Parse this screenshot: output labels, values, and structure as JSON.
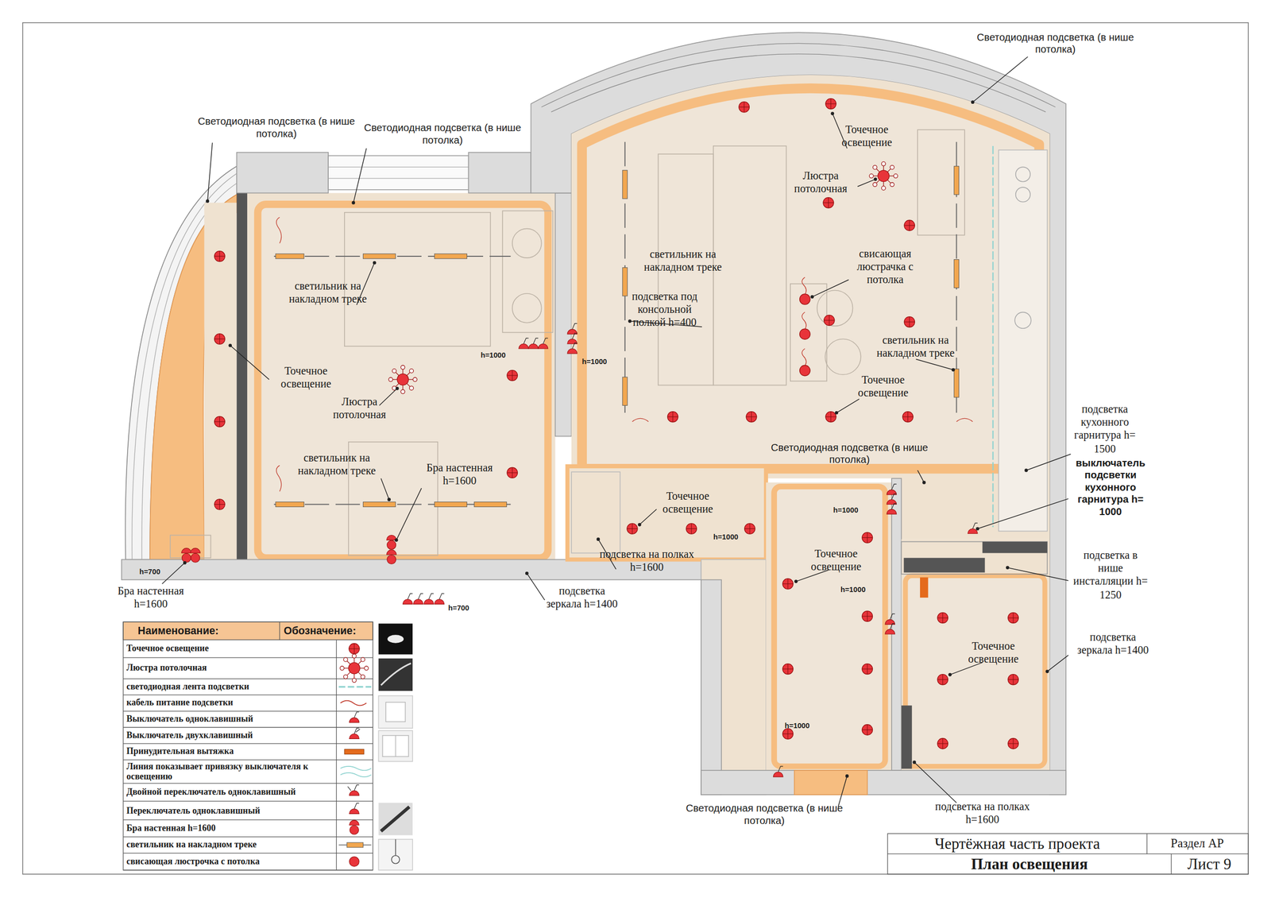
{
  "diagram": {
    "labels": [
      "Светодиодная подсветка (в нише потолка)",
      "Светодиодная подсветка (в нише потолка)",
      "Светодиодная подсветка (в нише потолка)",
      "Точечное освещение",
      "Люстра потолочная",
      "светильник на накладном треке",
      "свисающая люстрачка с потолка",
      "светильник на накладном треке",
      "подсветка под консольной полкой h=400",
      "светильник на накладном треке",
      "h=1000",
      "h=1000",
      "Точечное освещение",
      "Точечное освещение",
      "Люстра потолочная",
      "Светодиодная подсветка (в нише потолка)",
      "подсветка кухонного гарнитура h= 1500",
      "выключатель подсветки кухонного гарнитура h= 1000",
      "светильник на накладном треке",
      "Бра настенная h=1600",
      "Точечное освещение",
      "h=1000",
      "h=1000",
      "Точечное освещение",
      "подсветка в нише инсталляции h= 1250",
      "подсветка на полках h=1600",
      "h=700",
      "h=1000",
      "Бра настенная h=1600",
      "подсветка зеркала h=1400",
      "h=700",
      "подсветка зеркала h=1400",
      "Точечное освещение",
      "h=1000",
      "Светодиодная подсветка (в нише потолка)",
      "подсветка на полках h=1600",
      "Наименование:",
      "Обозначение:",
      "Чертёжная часть проекта",
      "Раздел АР",
      "План освещения",
      "Лист 9"
    ],
    "legend": [
      {
        "text": "Точечное освещение"
      },
      {
        "text": "Люстра потолочная"
      },
      {
        "text": "светодиодная лента подсветки"
      },
      {
        "text": "кабель питание подсветки"
      },
      {
        "text": "Выключатель одноклавишный"
      },
      {
        "text": "Выключатель двухклавишный"
      },
      {
        "text": "Принудительная вытяжка"
      },
      {
        "text": "Линия показывает привязку выключателя к освещению"
      },
      {
        "text": "Двойной переключатель одноклавишный"
      },
      {
        "text": "Переключатель одноклавишный"
      },
      {
        "text": "Бра настенная h=1600"
      },
      {
        "text": "светильник на накладном треке"
      },
      {
        "text": "свисающая люстрочка с потолка"
      }
    ]
  }
}
